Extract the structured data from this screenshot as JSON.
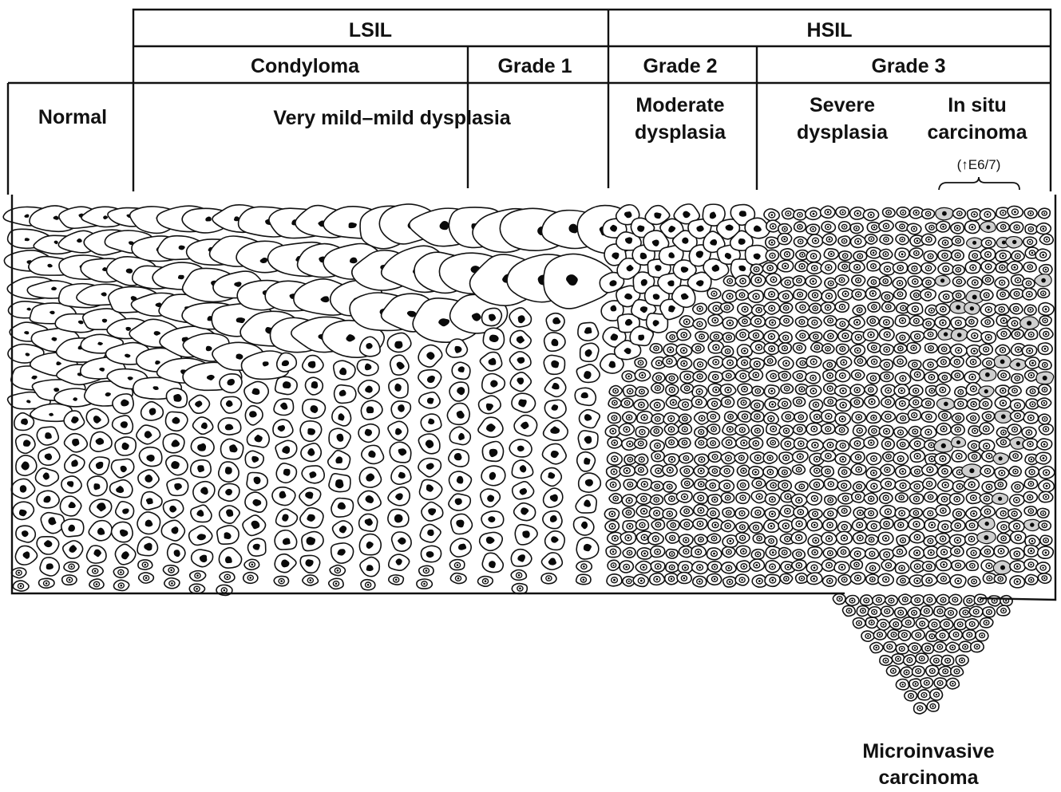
{
  "header": {
    "lsil": "LSIL",
    "hsil": "HSIL",
    "condyloma": "Condyloma",
    "grade1": "Grade 1",
    "grade2": "Grade 2",
    "grade3": "Grade 3"
  },
  "columns": {
    "normal": "Normal",
    "mild": "Very mild–mild dysplasia",
    "moderate_line1": "Moderate",
    "moderate_line2": "dysplasia",
    "severe_line1": "Severe",
    "severe_line2": "dysplasia",
    "insitu_line1": "In situ",
    "insitu_line2": "carcinoma",
    "e67_note": "(↑E6/7)"
  },
  "footer": {
    "micro_line1": "Microinvasive",
    "micro_line2": "carcinoma"
  }
}
